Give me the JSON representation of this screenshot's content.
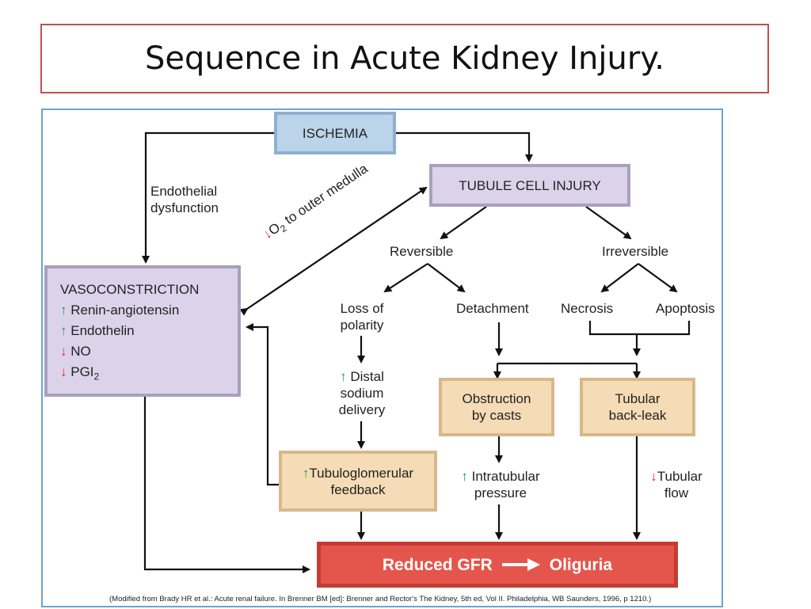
{
  "title": "Sequence in Acute Kidney Injury.",
  "diagram": {
    "ischemia": "ISCHEMIA",
    "tubule_cell_injury": "TUBULE CELL INJURY",
    "endothelial_dysfunction": [
      "Endothelial",
      "dysfunction"
    ],
    "o2_label": "O",
    "o2_sub": "2",
    "o2_rest": " to outer medulla",
    "vasoconstriction": {
      "title": "VASOCONSTRICTION",
      "items": [
        {
          "dir": "up",
          "text": "Renin-angiotensin"
        },
        {
          "dir": "up",
          "text": "Endothelin"
        },
        {
          "dir": "down",
          "text": "NO"
        },
        {
          "dir": "down",
          "text": "PGI",
          "sub": "2"
        }
      ]
    },
    "reversible": "Reversible",
    "irreversible": "Irreversible",
    "loss_of_polarity": [
      "Loss of",
      "polarity"
    ],
    "detachment": "Detachment",
    "necrosis": "Necrosis",
    "apoptosis": "Apoptosis",
    "distal_sodium": [
      "Distal",
      "sodium",
      "delivery"
    ],
    "obstruction": [
      "Obstruction",
      "by casts"
    ],
    "back_leak": [
      "Tubular",
      "back-leak"
    ],
    "tubuloglomerular": [
      "Tubuloglomerular",
      "feedback"
    ],
    "intratubular": [
      "Intratubular",
      "pressure"
    ],
    "tubular_flow": [
      "Tubular",
      "flow"
    ],
    "reduced_gfr": "Reduced GFR",
    "oliguria": "Oliguria",
    "citation": "(Modified from Brady HR et al.: Acute renal failure. In Brenner BM [ed]: Brenner and Rector's The Kidney, 5th ed, Vol II. Philadelphia, WB Saunders, 1996, p 1210.)"
  },
  "colors": {
    "up_arrow": "#1aa04a",
    "down_arrow": "#e02b2b",
    "title_border": "#c0504d",
    "panel_border": "#6fa3cf"
  }
}
